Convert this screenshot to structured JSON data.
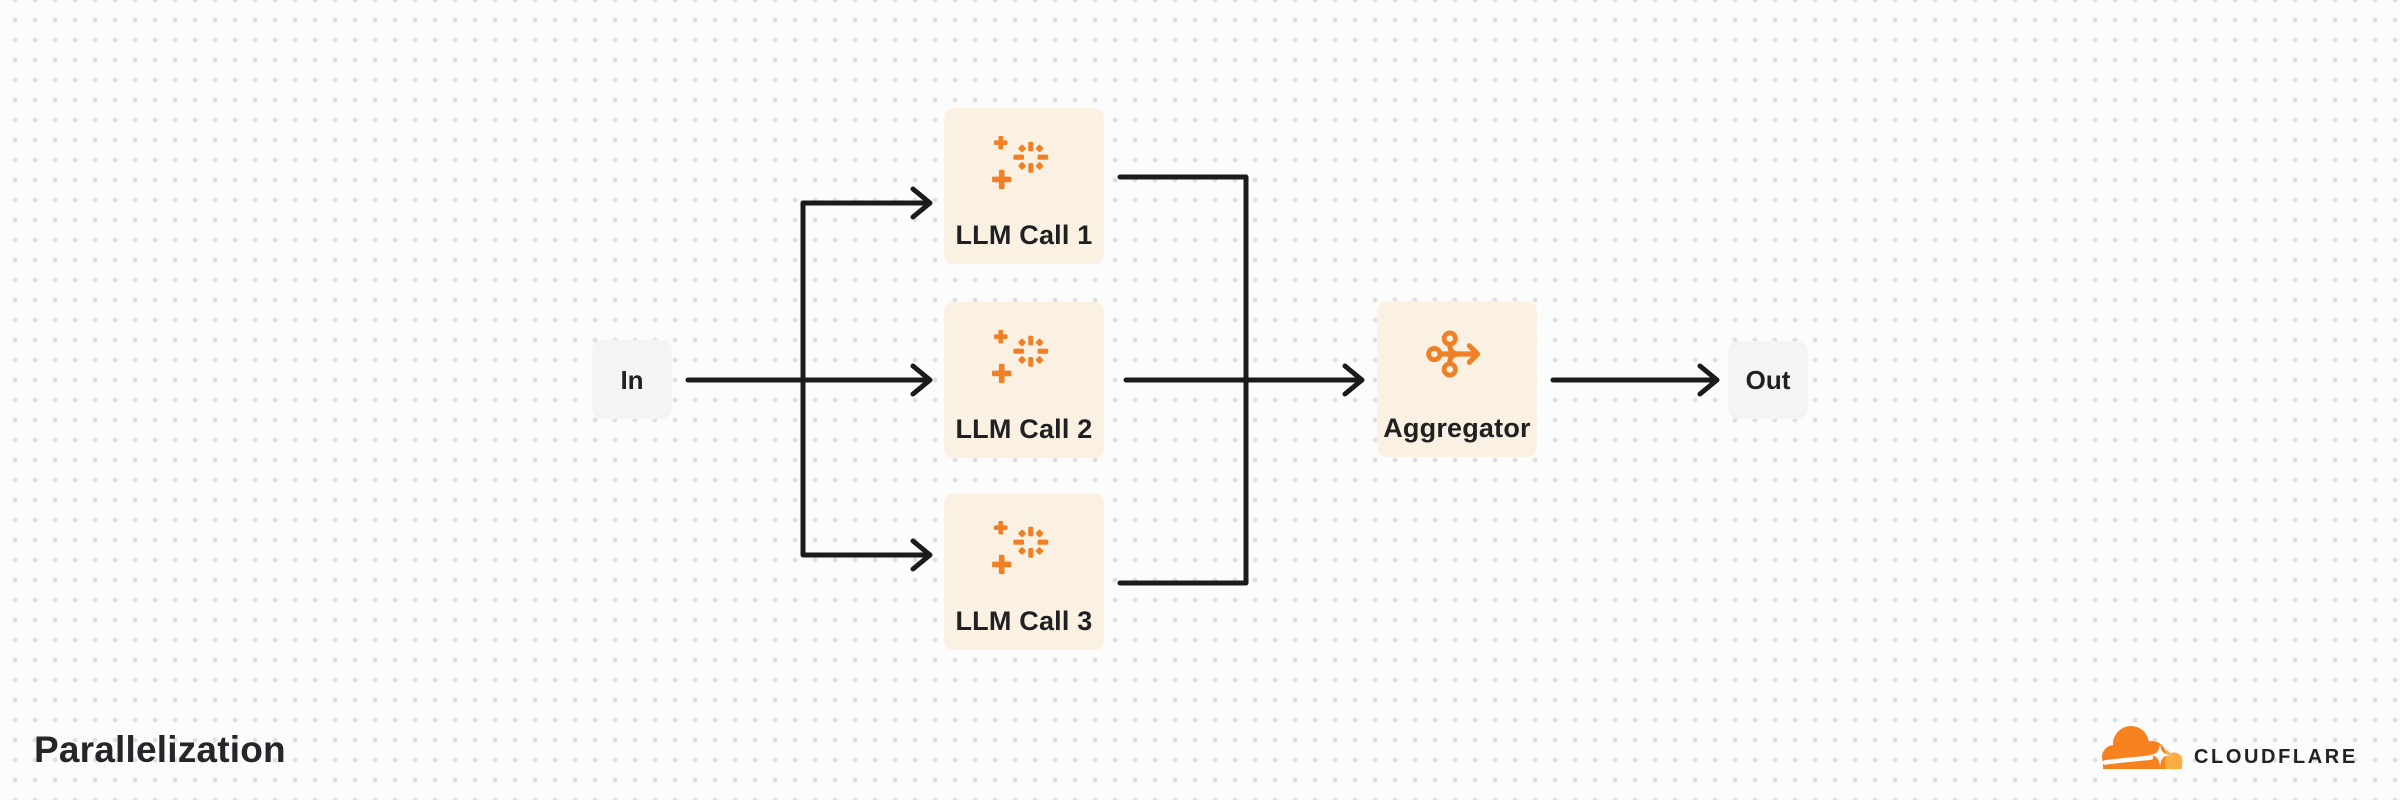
{
  "title": "Parallelization",
  "diagram": {
    "input": {
      "label": "In"
    },
    "output": {
      "label": "Out"
    },
    "llm_calls": [
      {
        "label": "LLM Call 1",
        "icon": "sparkles-icon"
      },
      {
        "label": "LLM Call 2",
        "icon": "sparkles-icon"
      },
      {
        "label": "LLM Call 3",
        "icon": "sparkles-icon"
      }
    ],
    "aggregator": {
      "label": "Aggregator",
      "icon": "merge-arrow-icon"
    }
  },
  "branding": {
    "logo_text": "CLOUDFLARE",
    "logo_icon": "cloudflare-cloud-icon"
  },
  "colors": {
    "background": "#FCFCFC",
    "dot_grid": "#DFDFDF",
    "node_cream": "#FAF1E3",
    "node_gray": "#F4F4F5",
    "icon_orange": "#F08026",
    "logo_orange": "#F6821F",
    "logo_light_orange": "#FBAD41",
    "connector": "#1B1B1E",
    "text": "#202023"
  }
}
